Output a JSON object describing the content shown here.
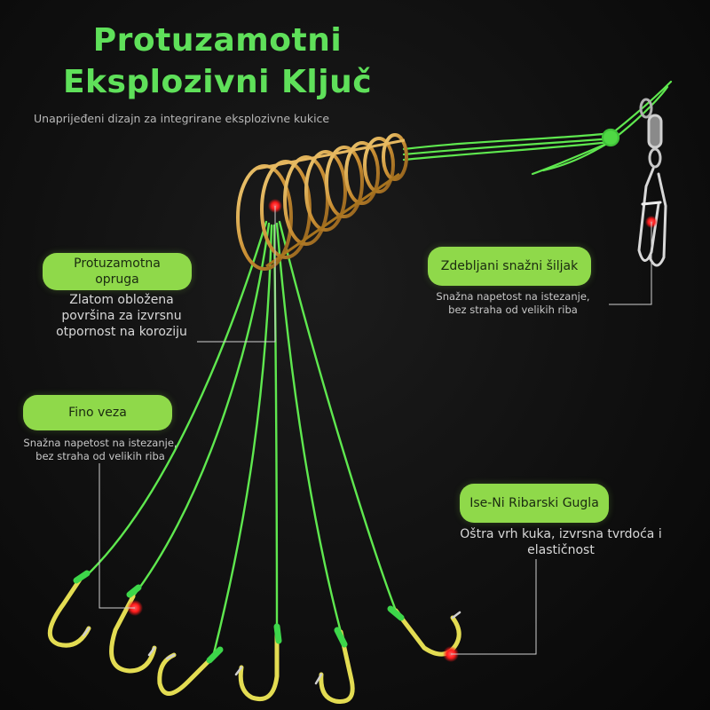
{
  "header": {
    "title_line1": "Protuzamotni",
    "title_line2": "Eksplozivni Ključ",
    "subtitle": "Unaprijeđeni dizajn za integrirane eksplozivne kukice"
  },
  "callouts": {
    "spring": {
      "label": "Protuzamotna opruga",
      "description": "Zlatom obložena površina za izvrsnu otpornost na koroziju"
    },
    "swivel": {
      "label": "Zdebljani snažni šiljak",
      "description": "Snažna napetost na istezanje, bez straha od velikih riba"
    },
    "line": {
      "label": "Fino veza",
      "description": "Snažna napetost na istezanje, bez straha od velikih riba"
    },
    "hook": {
      "label": "Ise-Ni Ribarski Gugla",
      "description": "Oštra vrh kuka, izvrsna tvrdoća i elastičnost"
    }
  },
  "colors": {
    "accent_green": "#5fe05a",
    "pill_green": "#8fd94a",
    "line_green": "#6bf05a",
    "gold": "#d4a24a",
    "hook_yellow": "#e8e060",
    "marker_red": "#ff2020"
  }
}
